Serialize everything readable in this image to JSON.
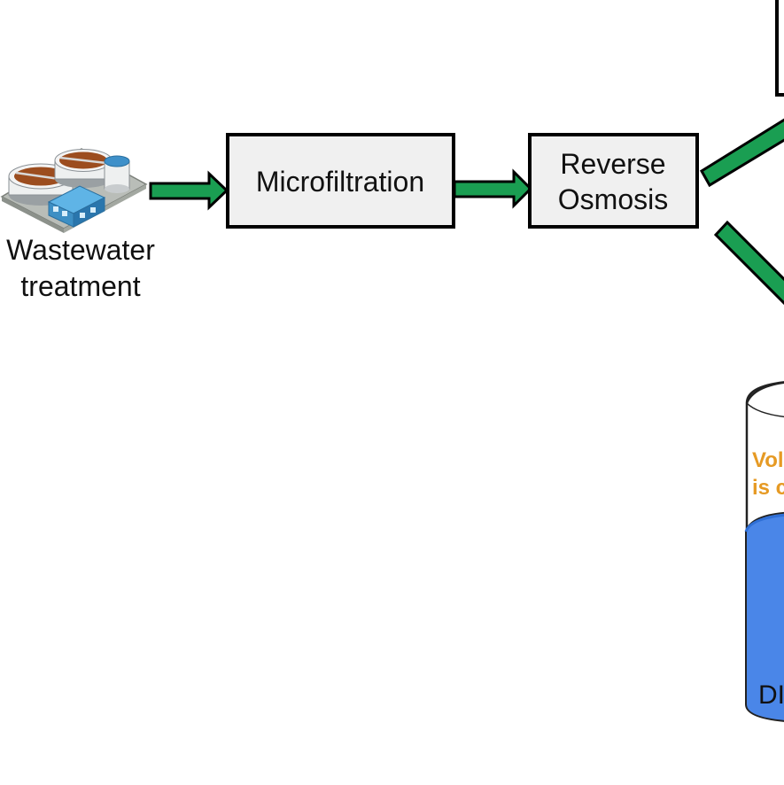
{
  "source": {
    "label_line1": "Wastewater",
    "label_line2": "treatment",
    "icon": "wastewater-plant-icon"
  },
  "steps": [
    {
      "label_line1": "Microfiltration"
    },
    {
      "label_line1": "Reverse",
      "label_line2": "Osmosis"
    }
  ],
  "tank": {
    "note_line1": "Vol",
    "note_line2": "is c",
    "bottom_label": "DI"
  },
  "colors": {
    "arrow_fill": "#1a9e52",
    "box_fill": "#f0f0f0",
    "box_stroke": "#000000",
    "water": "#4a86e8",
    "water_dark": "#2f6fd6",
    "note": "#e69a24"
  }
}
